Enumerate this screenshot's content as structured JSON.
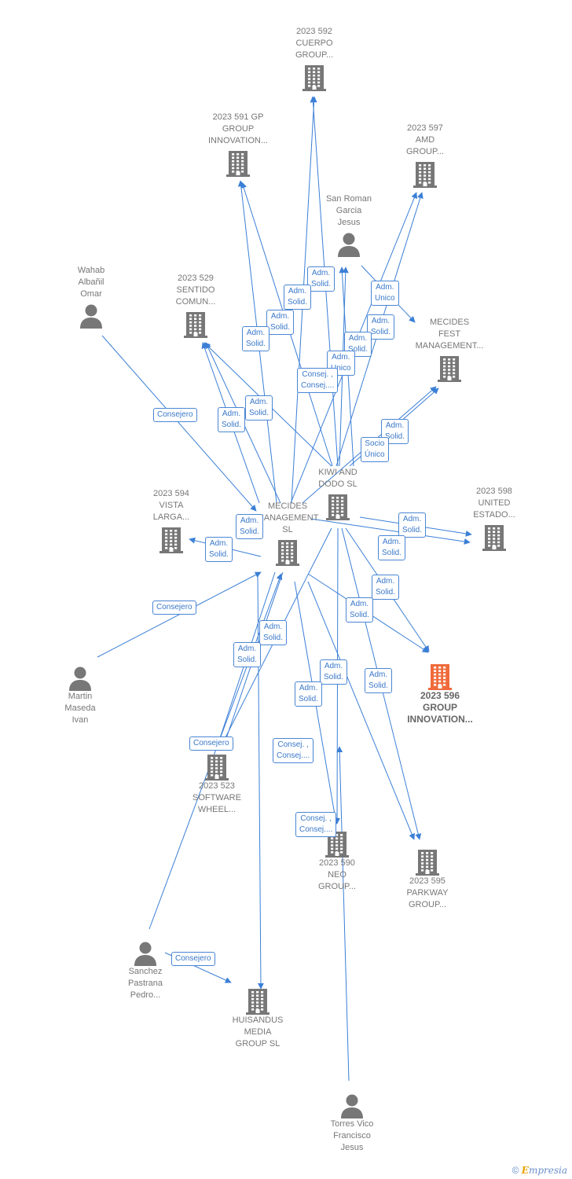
{
  "colors": {
    "edge": "#3b7fd6",
    "icon": "#777777",
    "focus": "#f06b3b"
  },
  "nodes": [
    {
      "id": "cuerpo",
      "type": "company",
      "lines": [
        "2023 592",
        "CUERPO",
        "GROUP..."
      ]
    },
    {
      "id": "gp",
      "type": "company",
      "lines": [
        "2023 591 GP",
        "GROUP",
        "INNOVATION..."
      ]
    },
    {
      "id": "amd",
      "type": "company",
      "lines": [
        "2023 597",
        "AMD",
        "GROUP..."
      ]
    },
    {
      "id": "sanroman",
      "type": "person",
      "lines": [
        "San Roman",
        "Garcia",
        "Jesus"
      ]
    },
    {
      "id": "wahab",
      "type": "person",
      "lines": [
        "Wahab",
        "Albañil",
        "Omar"
      ]
    },
    {
      "id": "sentido",
      "type": "company",
      "lines": [
        "2023 529",
        "SENTIDO",
        "COMUN..."
      ]
    },
    {
      "id": "fest",
      "type": "company",
      "lines": [
        "MECIDES",
        "FEST",
        "MANAGEMENT..."
      ]
    },
    {
      "id": "kiwi",
      "type": "company",
      "lines": [
        "KIWI AND",
        "DODO  SL"
      ]
    },
    {
      "id": "mecides",
      "type": "company",
      "lines": [
        "MECIDES",
        "MANAGEMENT",
        "SL"
      ]
    },
    {
      "id": "vista",
      "type": "company",
      "lines": [
        "2023 594",
        "VISTA",
        "LARGA..."
      ]
    },
    {
      "id": "united",
      "type": "company",
      "lines": [
        "2023 598",
        "UNITED",
        "ESTADO..."
      ]
    },
    {
      "id": "martin",
      "type": "person",
      "lines": [
        "Martin",
        "Maseda",
        "Ivan"
      ]
    },
    {
      "id": "g596",
      "type": "company",
      "focus": true,
      "lines": [
        "2023 596",
        "GROUP",
        "INNOVATION..."
      ]
    },
    {
      "id": "software",
      "type": "company",
      "lines": [
        "2023 523",
        "SOFTWARE",
        "WHEEL..."
      ]
    },
    {
      "id": "neo",
      "type": "company",
      "lines": [
        "2023 590",
        "NEO",
        "GROUP..."
      ]
    },
    {
      "id": "parkway",
      "type": "company",
      "lines": [
        "2023 595",
        "PARKWAY",
        "GROUP..."
      ]
    },
    {
      "id": "sanchez",
      "type": "person",
      "lines": [
        "Sanchez",
        "Pastrana",
        "Pedro..."
      ]
    },
    {
      "id": "huisandus",
      "type": "company",
      "lines": [
        "HUISANDUS",
        "MEDIA",
        "GROUP  SL"
      ]
    },
    {
      "id": "torres",
      "type": "person",
      "lines": [
        "Torres Vico",
        "Francisco",
        "Jesus"
      ]
    }
  ],
  "edge_labels": [
    {
      "id": "e1",
      "lines": [
        "Adm.",
        "Solid."
      ]
    },
    {
      "id": "e2",
      "lines": [
        "Adm.",
        "Solid."
      ]
    },
    {
      "id": "e3",
      "lines": [
        "Adm.",
        "Solid."
      ]
    },
    {
      "id": "e4",
      "lines": [
        "Adm.",
        "Solid."
      ]
    },
    {
      "id": "e5",
      "lines": [
        "Adm.",
        "Unico"
      ]
    },
    {
      "id": "e6",
      "lines": [
        "Adm.",
        "Solid."
      ]
    },
    {
      "id": "e7",
      "lines": [
        "Adm.",
        "Solid."
      ]
    },
    {
      "id": "e8",
      "lines": [
        "Adm.",
        "Unico"
      ]
    },
    {
      "id": "e9",
      "lines": [
        "Consej. ,",
        "Consej...."
      ]
    },
    {
      "id": "e10",
      "lines": [
        "Consejero"
      ]
    },
    {
      "id": "e11",
      "lines": [
        "Adm.",
        "Solid."
      ]
    },
    {
      "id": "e12",
      "lines": [
        "Adm.",
        "Solid."
      ]
    },
    {
      "id": "e13",
      "lines": [
        "Adm.",
        "Solid."
      ]
    },
    {
      "id": "e14",
      "lines": [
        "Socio",
        "Único"
      ]
    },
    {
      "id": "e15",
      "lines": [
        "Adm.",
        "Solid."
      ]
    },
    {
      "id": "e16",
      "lines": [
        "Adm.",
        "Solid."
      ]
    },
    {
      "id": "e17",
      "lines": [
        "Adm.",
        "Solid."
      ]
    },
    {
      "id": "e18",
      "lines": [
        "Adm.",
        "Solid."
      ]
    },
    {
      "id": "e19",
      "lines": [
        "Adm.",
        "Solid."
      ]
    },
    {
      "id": "e20",
      "lines": [
        "Consejero"
      ]
    },
    {
      "id": "e21",
      "lines": [
        "Adm.",
        "Solid."
      ]
    },
    {
      "id": "e22",
      "lines": [
        "Adm.",
        "Solid."
      ]
    },
    {
      "id": "e23",
      "lines": [
        "Adm.",
        "Solid."
      ]
    },
    {
      "id": "e24",
      "lines": [
        "Adm.",
        "Solid."
      ]
    },
    {
      "id": "e25",
      "lines": [
        "Adm.",
        "Solid."
      ]
    },
    {
      "id": "e26",
      "lines": [
        "Adm.",
        "Solid."
      ]
    },
    {
      "id": "e27",
      "lines": [
        "Consejero"
      ]
    },
    {
      "id": "e28",
      "lines": [
        "Consej. ,",
        "Consej...."
      ]
    },
    {
      "id": "e29",
      "lines": [
        "Consej. ,",
        "Consej...."
      ]
    },
    {
      "id": "e30",
      "lines": [
        "Consejero"
      ]
    }
  ],
  "copyright": {
    "symbol": "©",
    "brand_first": "E",
    "brand_rest": "mpresia"
  }
}
